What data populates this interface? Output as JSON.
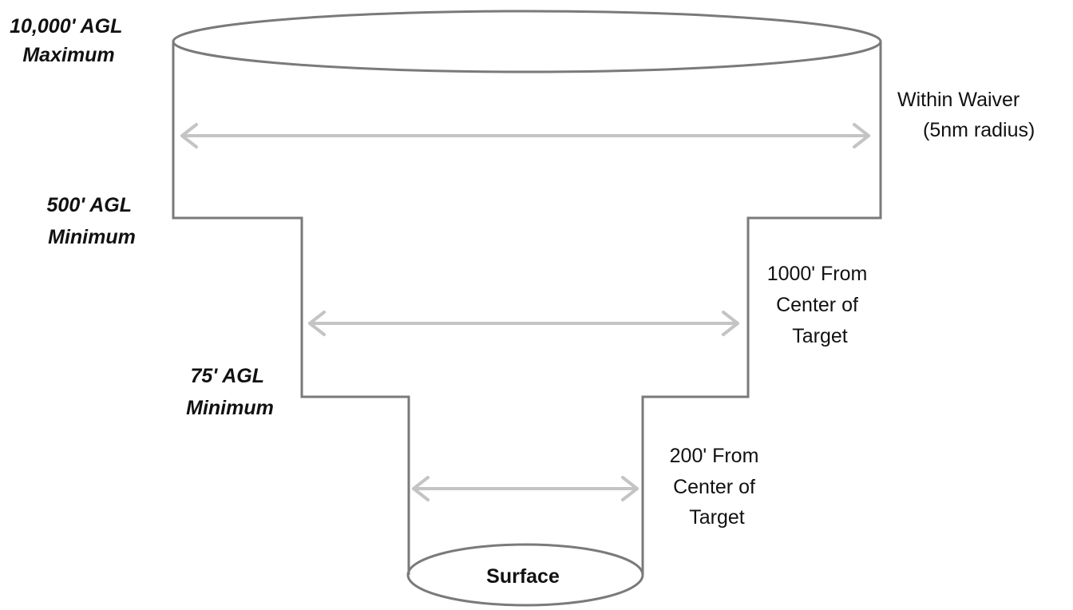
{
  "altitudes": {
    "top": [
      "10,000' AGL",
      "Maximum"
    ],
    "middle": [
      "500' AGL",
      "Minimum"
    ],
    "lower": [
      "75' AGL",
      "Minimum"
    ]
  },
  "distances": {
    "waiver": [
      "Within Waiver",
      "(5nm radius)"
    ],
    "middle": [
      "1000' From",
      "Center of",
      "Target"
    ],
    "lower": [
      "200' From",
      "Center of",
      "Target"
    ]
  },
  "surface_label": "Surface"
}
